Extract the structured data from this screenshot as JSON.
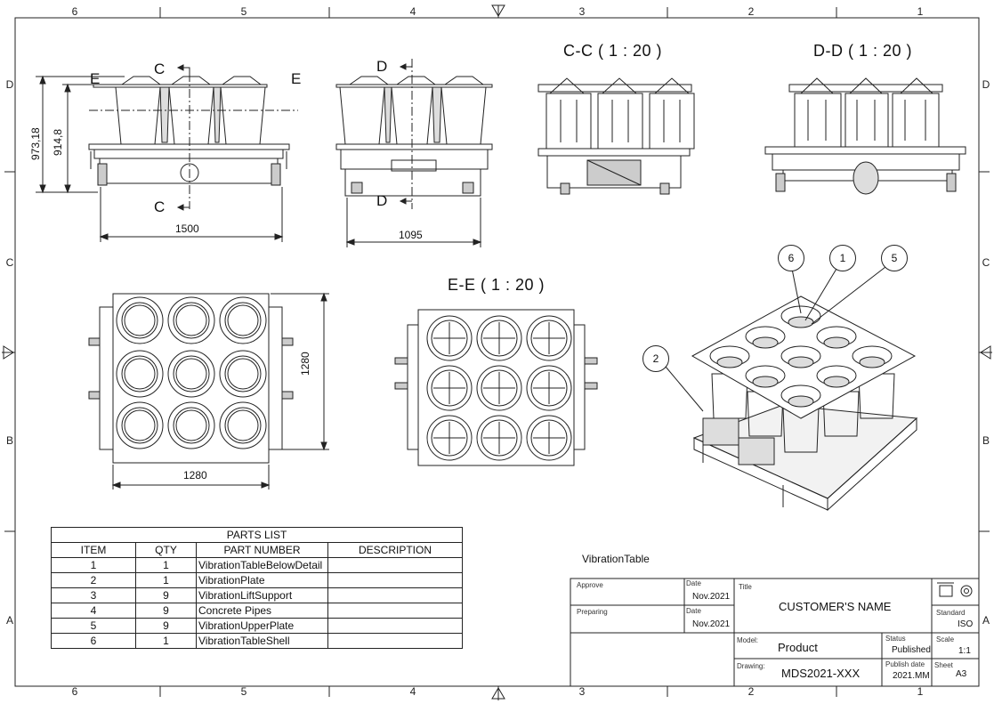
{
  "border_zones": {
    "columns": [
      "6",
      "5",
      "4",
      "3",
      "2",
      "1"
    ],
    "rows": [
      "D",
      "C",
      "B",
      "A"
    ]
  },
  "views": {
    "section_cc": "C-C ( 1 : 20 )",
    "section_dd": "D-D ( 1 : 20 )",
    "section_ee": "E-E ( 1 : 20 )",
    "cut_c": "C",
    "cut_d": "D",
    "cut_e": "E"
  },
  "dimensions": {
    "front_width": "1500",
    "side_width": "1095",
    "top_width": "1280",
    "top_height": "1280",
    "total_height": "973,18",
    "sub_height": "914,8"
  },
  "balloons": [
    "6",
    "1",
    "5",
    "2"
  ],
  "parts_list": {
    "title": "PARTS LIST",
    "headers": [
      "ITEM",
      "QTY",
      "PART NUMBER",
      "DESCRIPTION"
    ],
    "rows": [
      {
        "item": "1",
        "qty": "1",
        "part": "VibrationTableBelowDetail",
        "desc": ""
      },
      {
        "item": "2",
        "qty": "1",
        "part": "VibrationPlate",
        "desc": ""
      },
      {
        "item": "3",
        "qty": "9",
        "part": "VibrationLiftSupport",
        "desc": ""
      },
      {
        "item": "4",
        "qty": "9",
        "part": "Concrete Pipes",
        "desc": ""
      },
      {
        "item": "5",
        "qty": "9",
        "part": "VibrationUpperPlate",
        "desc": ""
      },
      {
        "item": "6",
        "qty": "1",
        "part": "VibrationTableShell",
        "desc": ""
      }
    ]
  },
  "assembly_name": "VibrationTable",
  "title_block": {
    "approve_label": "Approve",
    "preparing_label": "Preparing",
    "date_label": "Date",
    "approve_date": "Nov.2021",
    "preparing_date": "Nov.2021",
    "title_label": "Title",
    "title_value": "CUSTOMER'S NAME",
    "standard_label": "Standard",
    "standard_value": "ISO",
    "model_label": "Model:",
    "model_value": "Product",
    "status_label": "Status",
    "status_value": "Published",
    "scale_label": "Scale",
    "scale_value": "1:1",
    "drawing_label": "Drawing:",
    "drawing_value": "MDS2021-XXX",
    "publish_label": "Publish date",
    "publish_value": "2021.MM",
    "sheet_label": "Sheet",
    "sheet_value": "A3"
  }
}
